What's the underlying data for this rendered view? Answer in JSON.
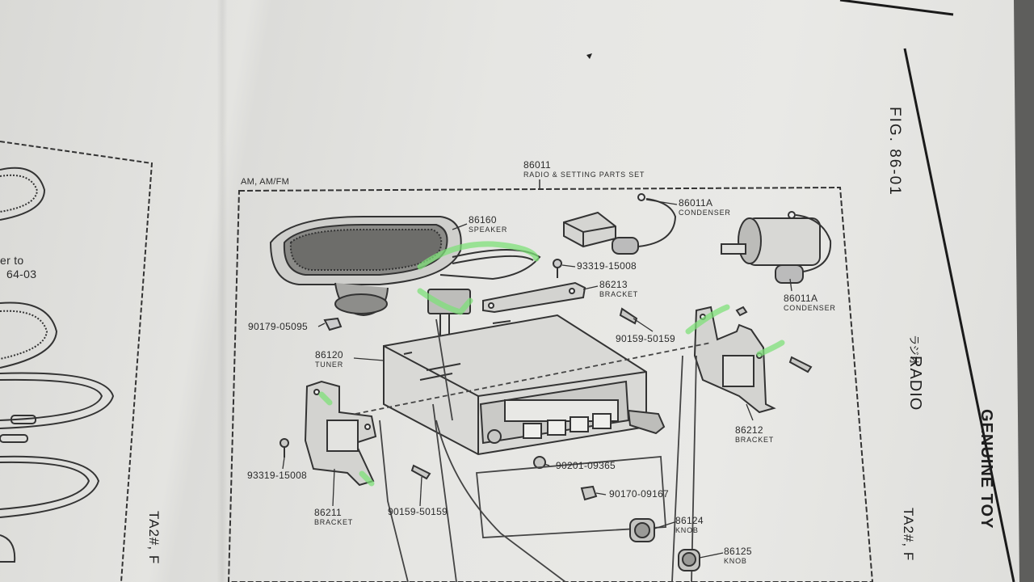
{
  "header": {
    "set_number": "86011",
    "set_name": "RADIO & SETTING PARTS SET",
    "frame_title": "AM, AM/FM",
    "fig": "FIG. 86-01",
    "jp_name": "ラジオ",
    "en_name": "RADIO",
    "brand": "GENUINE TOY",
    "model_right": "TA2#, F",
    "model_left": "TA2#, F"
  },
  "left_page": {
    "ref_line1": "er to",
    "ref_line2": "64-03"
  },
  "parts": [
    {
      "number": "86160",
      "name": "SPEAKER"
    },
    {
      "number": "86011A",
      "name": "CONDENSER"
    },
    {
      "number": "93319-15008",
      "name": ""
    },
    {
      "number": "86213",
      "name": "BRACKET"
    },
    {
      "number": "86011A",
      "name": "CONDENSER"
    },
    {
      "number": "90179-05095",
      "name": ""
    },
    {
      "number": "90159-50159",
      "name": ""
    },
    {
      "number": "86120",
      "name": "TUNER"
    },
    {
      "number": "86212",
      "name": "BRACKET"
    },
    {
      "number": "93319-15008",
      "name": ""
    },
    {
      "number": "90201-09365",
      "name": ""
    },
    {
      "number": "90170-09167",
      "name": ""
    },
    {
      "number": "86211",
      "name": "BRACKET"
    },
    {
      "number": "90159-50159",
      "name": ""
    },
    {
      "number": "86124",
      "name": "KNOB"
    },
    {
      "number": "86125",
      "name": "KNOB"
    }
  ]
}
